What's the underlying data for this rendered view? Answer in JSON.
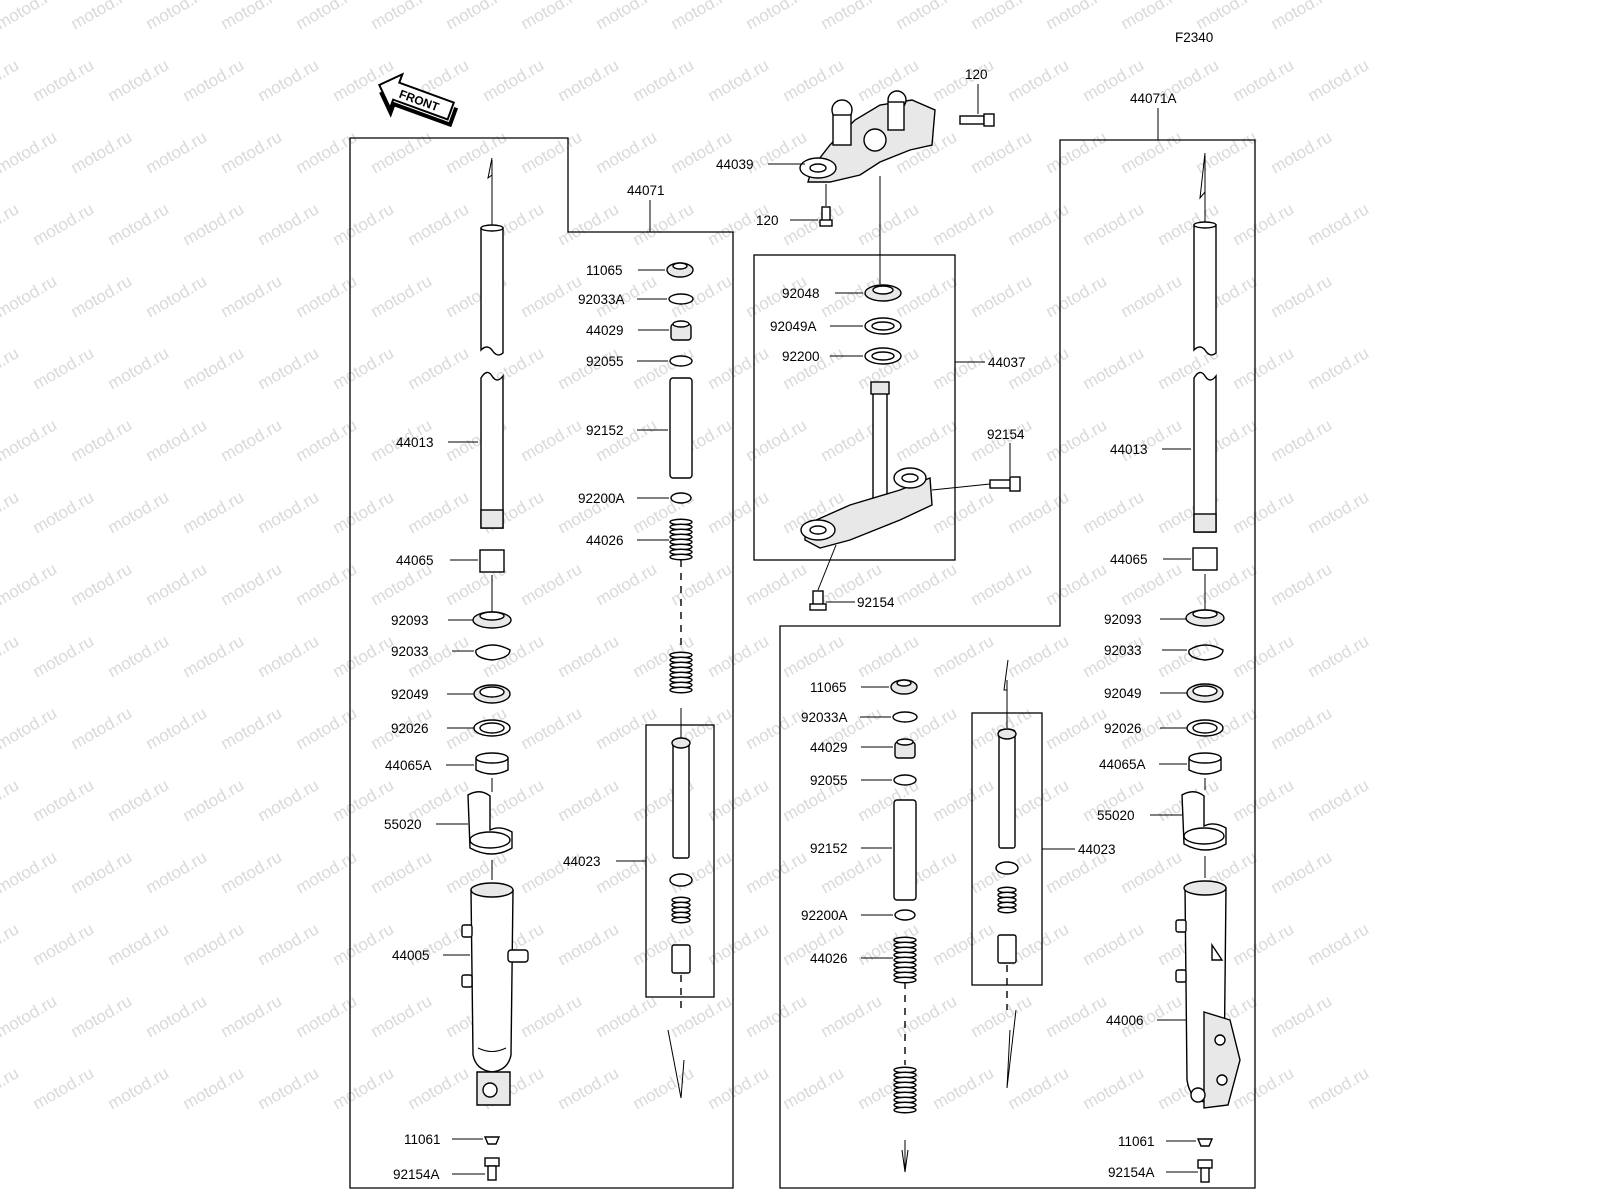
{
  "watermark": "motod.ru",
  "figure_code": "F2340",
  "front_label": "FRONT",
  "labels": {
    "l_44071": "44071",
    "l_44013": "44013",
    "l_44065": "44065",
    "l_92093": "92093",
    "l_92033": "92033",
    "l_92049": "92049",
    "l_92026": "92026",
    "l_44065A": "44065A",
    "l_55020": "55020",
    "l_44005": "44005",
    "l_11061": "11061",
    "l_92154A": "92154A",
    "l_11065": "11065",
    "l_92033A": "92033A",
    "l_44029": "44029",
    "l_92055": "92055",
    "l_92152": "92152",
    "l_92200A": "92200A",
    "l_44026": "44026",
    "l_44023": "44023",
    "c_120a": "120",
    "c_120b": "120",
    "c_44039": "44039",
    "c_92048": "92048",
    "c_92049A": "92049A",
    "c_92200": "92200",
    "c_44037": "44037",
    "c_92154a": "92154",
    "c_92154b": "92154",
    "r_44071A": "44071A",
    "r_44013": "44013",
    "r_44065": "44065",
    "r_92093": "92093",
    "r_92033": "92033",
    "r_92049": "92049",
    "r_92026": "92026",
    "r_44065A": "44065A",
    "r_55020": "55020",
    "r_44006": "44006",
    "r_11061": "11061",
    "r_92154A": "92154A",
    "r_11065": "11065",
    "r_92033A": "92033A",
    "r_44029": "44029",
    "r_92055": "92055",
    "r_92152": "92152",
    "r_92200A": "92200A",
    "r_44026": "44026",
    "r_44023": "44023"
  }
}
